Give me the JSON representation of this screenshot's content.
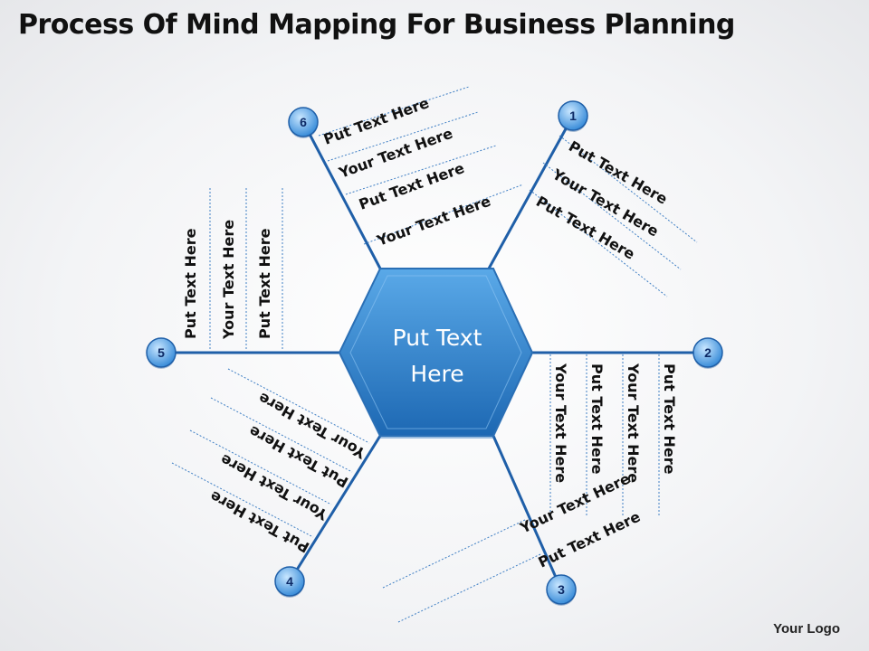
{
  "title": "Process Of Mind Mapping For Business Planning",
  "logo": "Your Logo",
  "center_label": [
    "Put Text",
    "Here"
  ],
  "colors": {
    "hex_light": "#5aa9e8",
    "hex_dark": "#1d68b3",
    "line": "#1f5fa8",
    "dash": "#3f7fc4",
    "node_light": "#bfe0ff",
    "node_dark": "#2f86d6"
  },
  "branches": [
    {
      "number": "1",
      "texts": [
        "Put Text Here",
        "Your Text Here",
        "Put Text Here"
      ]
    },
    {
      "number": "2",
      "texts": [
        "Your Text Here",
        "Put Text Here",
        "Your Text Here",
        "Put Text Here"
      ]
    },
    {
      "number": "3",
      "texts": [
        "Your Text Here",
        "Put Text Here"
      ]
    },
    {
      "number": "4",
      "texts": [
        "Your Text Here",
        "Put Text Here",
        "Your Text Here",
        "Put Text Here"
      ]
    },
    {
      "number": "5",
      "texts": [
        "Put Text Here",
        "Your Text Here",
        "Put Text Here"
      ]
    },
    {
      "number": "6",
      "texts": [
        "Put Text Here",
        "Your Text Here",
        "Put Text Here",
        "Your Text Here"
      ]
    }
  ]
}
